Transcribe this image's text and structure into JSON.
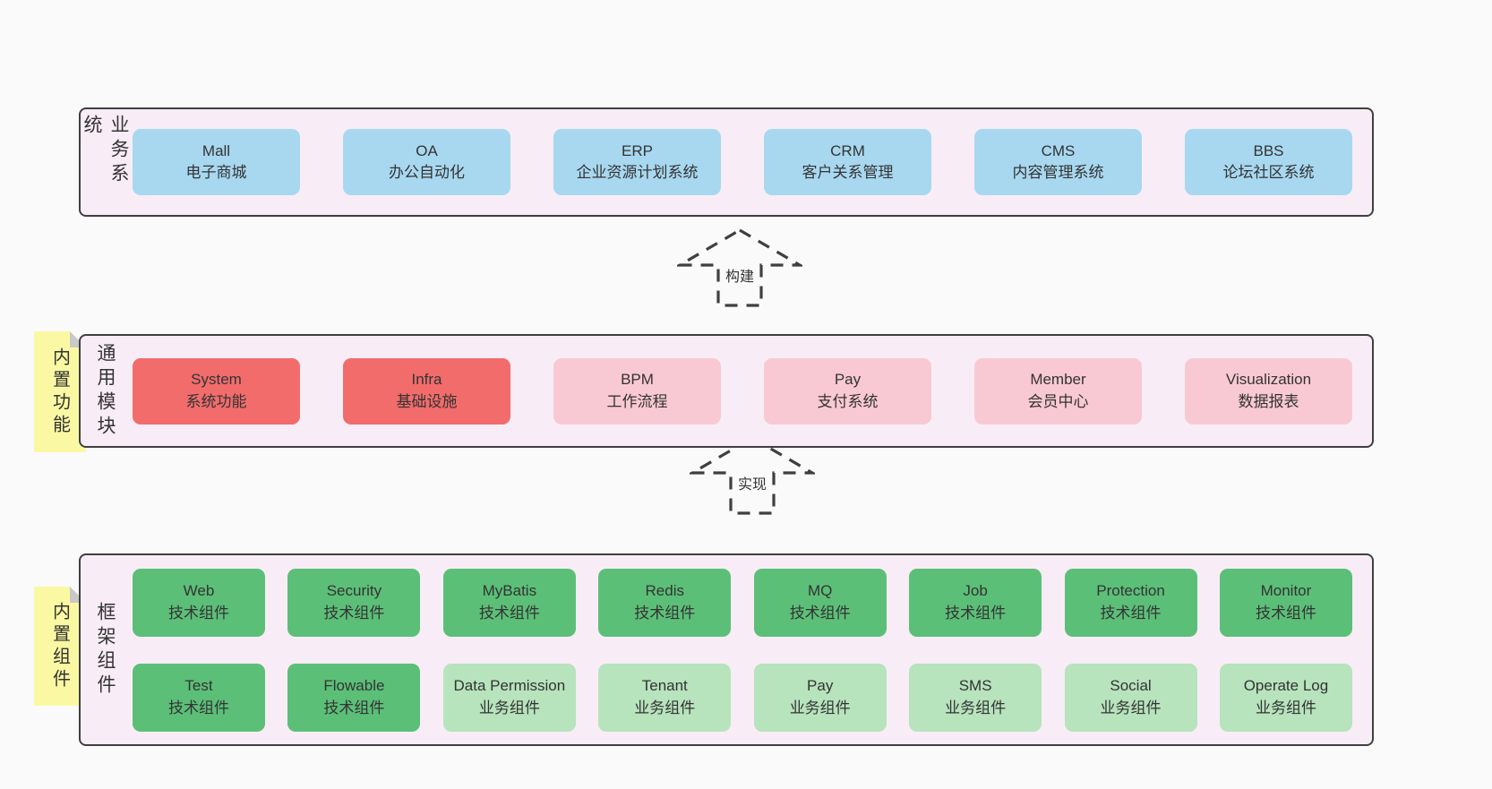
{
  "page": {
    "background": "#fafafa"
  },
  "colors": {
    "container_bg": "#f8edf6",
    "container_border": "#3f3f3f",
    "note_bg": "#fbf8a3",
    "note_fold": "#c9c9c9",
    "box_blue": "#a8d8f0",
    "box_red": "#f26c6c",
    "box_pink": "#f9c9d3",
    "box_green": "#5cbf78",
    "box_green_light": "#b7e3bd",
    "text": "#333333"
  },
  "arrows": [
    {
      "label": "构建"
    },
    {
      "label": "实现"
    }
  ],
  "sections": {
    "business": {
      "label": "业务系统",
      "boxes": [
        {
          "name": "Mall",
          "desc": "电子商城"
        },
        {
          "name": "OA",
          "desc": "办公自动化"
        },
        {
          "name": "ERP",
          "desc": "企业资源计划系统"
        },
        {
          "name": "CRM",
          "desc": "客户关系管理"
        },
        {
          "name": "CMS",
          "desc": "内容管理系统"
        },
        {
          "name": "BBS",
          "desc": "论坛社区系统"
        }
      ]
    },
    "modules": {
      "label": "通用模块",
      "note": "内置功能",
      "boxes": [
        {
          "name": "System",
          "desc": "系统功能"
        },
        {
          "name": "Infra",
          "desc": "基础设施"
        },
        {
          "name": "BPM",
          "desc": "工作流程"
        },
        {
          "name": "Pay",
          "desc": "支付系统"
        },
        {
          "name": "Member",
          "desc": "会员中心"
        },
        {
          "name": "Visualization",
          "desc": "数据报表"
        }
      ]
    },
    "components": {
      "label": "框架组件",
      "note": "内置组件",
      "row1": [
        {
          "name": "Web",
          "desc": "技术组件"
        },
        {
          "name": "Security",
          "desc": "技术组件"
        },
        {
          "name": "MyBatis",
          "desc": "技术组件"
        },
        {
          "name": "Redis",
          "desc": "技术组件"
        },
        {
          "name": "MQ",
          "desc": "技术组件"
        },
        {
          "name": "Job",
          "desc": "技术组件"
        },
        {
          "name": "Protection",
          "desc": "技术组件"
        },
        {
          "name": "Monitor",
          "desc": "技术组件"
        }
      ],
      "row2": [
        {
          "name": "Test",
          "desc": "技术组件"
        },
        {
          "name": "Flowable",
          "desc": "技术组件"
        },
        {
          "name": "Data Permission",
          "desc": "业务组件"
        },
        {
          "name": "Tenant",
          "desc": "业务组件"
        },
        {
          "name": "Pay",
          "desc": "业务组件"
        },
        {
          "name": "SMS",
          "desc": "业务组件"
        },
        {
          "name": "Social",
          "desc": "业务组件"
        },
        {
          "name": "Operate Log",
          "desc": "业务组件"
        }
      ]
    }
  }
}
